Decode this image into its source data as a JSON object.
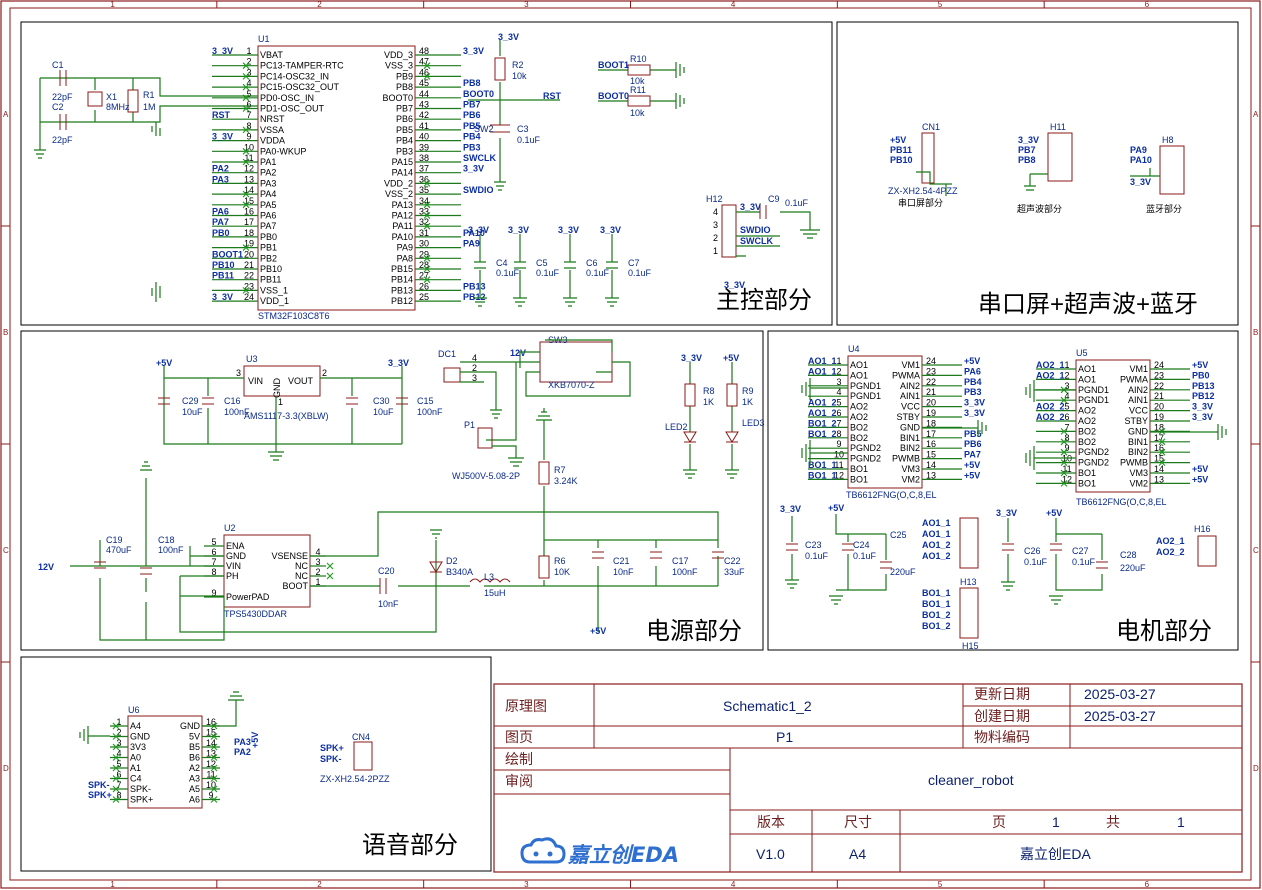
{
  "sections": {
    "main_control": "主控部分",
    "serial_ultrasonic_bt": "串口屏+超声波+蓝牙",
    "power": "电源部分",
    "motor": "电机部分",
    "voice": "语音部分"
  },
  "sub_labels": {
    "serial_screen": "串口屏部分",
    "ultrasonic": "超声波部分",
    "bluetooth": "蓝牙部分"
  },
  "components": {
    "U1": {
      "ref": "U1",
      "value": "STM32F103C8T6"
    },
    "U2": {
      "ref": "U2",
      "value": "TPS5430DDAR"
    },
    "U3": {
      "ref": "U3",
      "value": "AMS1117-3.3(XBLW)"
    },
    "U4": {
      "ref": "U4",
      "value": "TB6612FNG(O,C,8,EL"
    },
    "U5": {
      "ref": "U5",
      "value": "TB6612FNG(O,C,8,EL"
    },
    "U6": {
      "ref": "U6"
    },
    "CN1": {
      "ref": "CN1",
      "value": "ZX-XH2.54-4PZZ"
    },
    "CN4": {
      "ref": "CN4",
      "value": "ZX-XH2.54-2PZZ"
    },
    "H11": {
      "ref": "H11"
    },
    "H8": {
      "ref": "H8"
    },
    "H12": {
      "ref": "H12"
    },
    "H13": {
      "ref": "H13"
    },
    "H15": {
      "ref": "H15"
    },
    "H16": {
      "ref": "H16"
    },
    "DC1": {
      "ref": "DC1"
    },
    "P1": {
      "ref": "P1",
      "value": "WJ500V-5.08-2P"
    },
    "SW2": {
      "ref": "SW2"
    },
    "SW3": {
      "ref": "SW3",
      "value": "XKB7070-Z"
    },
    "X1": {
      "ref": "X1",
      "value": "8MHz"
    },
    "R1": {
      "ref": "R1",
      "value": "1M"
    },
    "R2": {
      "ref": "R2",
      "value": "10k"
    },
    "R10": {
      "ref": "R10",
      "value": "10k"
    },
    "R11": {
      "ref": "R11",
      "value": "10k"
    },
    "R6": {
      "ref": "R6",
      "value": "10K"
    },
    "R7": {
      "ref": "R7",
      "value": "3.24K"
    },
    "R8": {
      "ref": "R8",
      "value": "1K"
    },
    "R9": {
      "ref": "R9",
      "value": "1K"
    },
    "C1": {
      "ref": "C1",
      "value": "22pF"
    },
    "C2": {
      "ref": "C2",
      "value": "22pF"
    },
    "C3": {
      "ref": "C3",
      "value": "0.1uF"
    },
    "C4": {
      "ref": "C4",
      "value": "0.1uF"
    },
    "C5": {
      "ref": "C5",
      "value": "0.1uF"
    },
    "C6": {
      "ref": "C6",
      "value": "0.1uF"
    },
    "C7": {
      "ref": "C7",
      "value": "0.1uF"
    },
    "C9": {
      "ref": "C9",
      "value": "0.1uF"
    },
    "C15": {
      "ref": "C15",
      "value": "100nF"
    },
    "C16": {
      "ref": "C16",
      "value": "100nF"
    },
    "C17": {
      "ref": "C17",
      "value": "100nF"
    },
    "C18": {
      "ref": "C18",
      "value": "100nF"
    },
    "C19": {
      "ref": "C19",
      "value": "470uF"
    },
    "C20": {
      "ref": "C20",
      "value": "10nF"
    },
    "C21": {
      "ref": "C21",
      "value": "10nF"
    },
    "C22": {
      "ref": "C22",
      "value": "33uF"
    },
    "C23": {
      "ref": "C23",
      "value": "0.1uF"
    },
    "C24": {
      "ref": "C24",
      "value": "0.1uF"
    },
    "C25": {
      "ref": "C25",
      "value": "220uF"
    },
    "C26": {
      "ref": "C26",
      "value": "0.1uF"
    },
    "C27": {
      "ref": "C27",
      "value": "0.1uF"
    },
    "C28": {
      "ref": "C28",
      "value": "220uF"
    },
    "C29": {
      "ref": "C29",
      "value": "10uF"
    },
    "C30": {
      "ref": "C30",
      "value": "10uF"
    },
    "D2": {
      "ref": "D2",
      "value": "B340A"
    },
    "L3": {
      "ref": "L3",
      "value": "15uH"
    },
    "LED2": {
      "ref": "LED2"
    },
    "LED3": {
      "ref": "LED3"
    }
  },
  "u1_left_pins": [
    {
      "num": "1",
      "name": "VBAT",
      "net": "3_3V"
    },
    {
      "num": "2",
      "name": "PC13-TAMPER-RTC",
      "net": ""
    },
    {
      "num": "3",
      "name": "PC14-OSC32_IN",
      "net": ""
    },
    {
      "num": "4",
      "name": "PC15-OSC32_OUT",
      "net": ""
    },
    {
      "num": "5",
      "name": "PD0-OSC_IN",
      "net": ""
    },
    {
      "num": "6",
      "name": "PD1-OSC_OUT",
      "net": ""
    },
    {
      "num": "7",
      "name": "NRST",
      "net": "RST"
    },
    {
      "num": "8",
      "name": "VSSA",
      "net": ""
    },
    {
      "num": "9",
      "name": "VDDA",
      "net": "3_3V"
    },
    {
      "num": "10",
      "name": "PA0-WKUP",
      "net": ""
    },
    {
      "num": "11",
      "name": "PA1",
      "net": ""
    },
    {
      "num": "12",
      "name": "PA2",
      "net": "PA2"
    },
    {
      "num": "13",
      "name": "PA3",
      "net": "PA3"
    },
    {
      "num": "14",
      "name": "PA4",
      "net": ""
    },
    {
      "num": "15",
      "name": "PA5",
      "net": ""
    },
    {
      "num": "16",
      "name": "PA6",
      "net": "PA6"
    },
    {
      "num": "17",
      "name": "PA7",
      "net": "PA7"
    },
    {
      "num": "18",
      "name": "PB0",
      "net": "PB0"
    },
    {
      "num": "19",
      "name": "PB1",
      "net": ""
    },
    {
      "num": "20",
      "name": "PB2",
      "net": "BOOT1"
    },
    {
      "num": "21",
      "name": "PB10",
      "net": "PB10"
    },
    {
      "num": "22",
      "name": "PB11",
      "net": "PB11"
    },
    {
      "num": "23",
      "name": "VSS_1",
      "net": ""
    },
    {
      "num": "24",
      "name": "VDD_1",
      "net": "3_3V"
    }
  ],
  "u1_right_pins": [
    {
      "num": "48",
      "name": "VDD_3",
      "net": "3_3V"
    },
    {
      "num": "47",
      "name": "VSS_3",
      "net": ""
    },
    {
      "num": "46",
      "name": "PB9",
      "net": ""
    },
    {
      "num": "45",
      "name": "PB8",
      "net": "PB8"
    },
    {
      "num": "44",
      "name": "BOOT0",
      "net": "BOOT0"
    },
    {
      "num": "43",
      "name": "PB7",
      "net": "PB7"
    },
    {
      "num": "42",
      "name": "PB6",
      "net": "PB6"
    },
    {
      "num": "41",
      "name": "PB5",
      "net": "PB5"
    },
    {
      "num": "40",
      "name": "PB4",
      "net": "PB4"
    },
    {
      "num": "39",
      "name": "PB3",
      "net": "PB3"
    },
    {
      "num": "38",
      "name": "PA15",
      "net": "SWCLK"
    },
    {
      "num": "37",
      "name": "PA14",
      "net": "3_3V"
    },
    {
      "num": "36",
      "name": "VDD_2",
      "net": ""
    },
    {
      "num": "35",
      "name": "VSS_2",
      "net": "SWDIO"
    },
    {
      "num": "34",
      "name": "PA13",
      "net": ""
    },
    {
      "num": "33",
      "name": "PA12",
      "net": ""
    },
    {
      "num": "32",
      "name": "PA11",
      "net": ""
    },
    {
      "num": "31",
      "name": "PA10",
      "net": "PA10"
    },
    {
      "num": "30",
      "name": "PA9",
      "net": "PA9"
    },
    {
      "num": "29",
      "name": "PA8",
      "net": ""
    },
    {
      "num": "28",
      "name": "PB15",
      "net": ""
    },
    {
      "num": "27",
      "name": "PB14",
      "net": ""
    },
    {
      "num": "26",
      "name": "PB13",
      "net": "PB13"
    },
    {
      "num": "25",
      "name": "PB12",
      "net": "PB12"
    }
  ],
  "u4_left_pins": [
    {
      "num": "1",
      "name": "AO1",
      "net": "AO1_1"
    },
    {
      "num": "2",
      "name": "AO1",
      "net": "AO1_1"
    },
    {
      "num": "3",
      "name": "PGND1",
      "net": ""
    },
    {
      "num": "4",
      "name": "PGND1",
      "net": ""
    },
    {
      "num": "5",
      "name": "AO2",
      "net": "AO1_2"
    },
    {
      "num": "6",
      "name": "AO2",
      "net": "AO1_2"
    },
    {
      "num": "7",
      "name": "BO2",
      "net": "BO1_2"
    },
    {
      "num": "8",
      "name": "BO2",
      "net": "BO1_2"
    },
    {
      "num": "9",
      "name": "PGND2",
      "net": ""
    },
    {
      "num": "10",
      "name": "PGND2",
      "net": ""
    },
    {
      "num": "11",
      "name": "BO1",
      "net": "BO1_1"
    },
    {
      "num": "12",
      "name": "BO1",
      "net": "BO1_1"
    }
  ],
  "u4_right_pins": [
    {
      "num": "24",
      "name": "VM1",
      "net": "+5V"
    },
    {
      "num": "23",
      "name": "PWMA",
      "net": "PA6"
    },
    {
      "num": "22",
      "name": "AIN2",
      "net": "PB4"
    },
    {
      "num": "21",
      "name": "AIN1",
      "net": "PB3"
    },
    {
      "num": "20",
      "name": "VCC",
      "net": "3_3V"
    },
    {
      "num": "19",
      "name": "STBY",
      "net": "3_3V"
    },
    {
      "num": "18",
      "name": "GND",
      "net": ""
    },
    {
      "num": "17",
      "name": "BIN1",
      "net": "PB5"
    },
    {
      "num": "16",
      "name": "BIN2",
      "net": "PB6"
    },
    {
      "num": "15",
      "name": "PWMB",
      "net": "PA7"
    },
    {
      "num": "14",
      "name": "VM3",
      "net": "+5V"
    },
    {
      "num": "13",
      "name": "VM2",
      "net": "+5V"
    }
  ],
  "u5_left_pins": [
    {
      "num": "1",
      "name": "AO1",
      "net": "AO2_1"
    },
    {
      "num": "2",
      "name": "AO1",
      "net": "AO2_1"
    },
    {
      "num": "3",
      "name": "PGND1",
      "net": ""
    },
    {
      "num": "4",
      "name": "PGND1",
      "net": ""
    },
    {
      "num": "5",
      "name": "AO2",
      "net": "AO2_2"
    },
    {
      "num": "6",
      "name": "AO2",
      "net": "AO2_2"
    },
    {
      "num": "7",
      "name": "BO2",
      "net": ""
    },
    {
      "num": "8",
      "name": "BO2",
      "net": ""
    },
    {
      "num": "9",
      "name": "PGND2",
      "net": ""
    },
    {
      "num": "10",
      "name": "PGND2",
      "net": ""
    },
    {
      "num": "11",
      "name": "BO1",
      "net": ""
    },
    {
      "num": "12",
      "name": "BO1",
      "net": ""
    }
  ],
  "u5_right_pins": [
    {
      "num": "24",
      "name": "VM1",
      "net": "+5V"
    },
    {
      "num": "23",
      "name": "PWMA",
      "net": "PB0"
    },
    {
      "num": "22",
      "name": "AIN2",
      "net": "PB13"
    },
    {
      "num": "21",
      "name": "AIN1",
      "net": "PB12"
    },
    {
      "num": "20",
      "name": "VCC",
      "net": "3_3V"
    },
    {
      "num": "19",
      "name": "STBY",
      "net": "3_3V"
    },
    {
      "num": "18",
      "name": "GND",
      "net": ""
    },
    {
      "num": "17",
      "name": "BIN1",
      "net": ""
    },
    {
      "num": "16",
      "name": "BIN2",
      "net": ""
    },
    {
      "num": "15",
      "name": "PWMB",
      "net": ""
    },
    {
      "num": "14",
      "name": "VM3",
      "net": "+5V"
    },
    {
      "num": "13",
      "name": "VM2",
      "net": "+5V"
    }
  ],
  "u6_left_pins": [
    {
      "num": "1",
      "name": "A4"
    },
    {
      "num": "2",
      "name": "GND"
    },
    {
      "num": "3",
      "name": "3V3"
    },
    {
      "num": "4",
      "name": "A0"
    },
    {
      "num": "5",
      "name": "A1"
    },
    {
      "num": "6",
      "name": "C4"
    },
    {
      "num": "7",
      "name": "SPK-"
    },
    {
      "num": "8",
      "name": "SPK+"
    }
  ],
  "u6_right_pins": [
    {
      "num": "16",
      "name": "GND"
    },
    {
      "num": "15",
      "name": "5V"
    },
    {
      "num": "14",
      "name": "B5"
    },
    {
      "num": "13",
      "name": "B6"
    },
    {
      "num": "12",
      "name": "A2"
    },
    {
      "num": "11",
      "name": "A3"
    },
    {
      "num": "10",
      "name": "A5"
    },
    {
      "num": "9",
      "name": "A6"
    }
  ],
  "u2_pins": {
    "left": [
      {
        "num": "5",
        "name": "ENA"
      },
      {
        "num": "6",
        "name": "GND"
      },
      {
        "num": "7",
        "name": "VIN"
      },
      {
        "num": "8",
        "name": "PH"
      },
      {
        "num": "9",
        "name": "PowerPAD"
      }
    ],
    "right": [
      {
        "num": "4",
        "name": "VSENSE"
      },
      {
        "num": "3",
        "name": "NC"
      },
      {
        "num": "2",
        "name": "NC"
      },
      {
        "num": "1",
        "name": "BOOT"
      }
    ]
  },
  "u3_pins": {
    "vin": "VIN",
    "vout": "VOUT",
    "gnd": "GND",
    "n3": "3",
    "n2": "2",
    "n1": "1"
  },
  "nets": {
    "v33": "3_3V",
    "v5": "+5V",
    "v12": "12V",
    "rst": "RST",
    "boot1": "BOOT1",
    "boot0": "BOOT0",
    "swdio": "SWDIO",
    "swclk": "SWCLK",
    "pb11": "PB11",
    "pb10": "PB10",
    "pb7": "PB7",
    "pb8": "PB8",
    "pa9": "PA9",
    "pa10": "PA10",
    "spkp": "SPK+",
    "spkn": "SPK-",
    "pa2": "PA2",
    "pa3": "PA3",
    "ao1_1": "AO1_1",
    "ao1_2": "AO1_2",
    "bo1_1": "BO1_1",
    "bo1_2": "BO1_2",
    "ao2_1": "AO2_1",
    "ao2_2": "AO2_2"
  },
  "title_block": {
    "label_schematic": "原理图",
    "schematic": "Schematic1_2",
    "label_update": "更新日期",
    "update_date": "2025-03-27",
    "label_create": "创建日期",
    "create_date": "2025-03-27",
    "label_page": "图页",
    "page": "P1",
    "label_material": "物料编码",
    "label_drawn": "绘制",
    "label_review": "审阅",
    "project": "cleaner_robot",
    "label_version": "版本",
    "label_size": "尺寸",
    "label_pg": "页",
    "pg": "1",
    "label_total": "共",
    "total": "1",
    "version": "V1.0",
    "size": "A4",
    "company": "嘉立创EDA",
    "logo": "嘉立创EDA"
  },
  "ruler": {
    "cols": [
      "1",
      "2",
      "3",
      "4",
      "5",
      "6"
    ],
    "rows": [
      "A",
      "B",
      "C",
      "D"
    ]
  }
}
